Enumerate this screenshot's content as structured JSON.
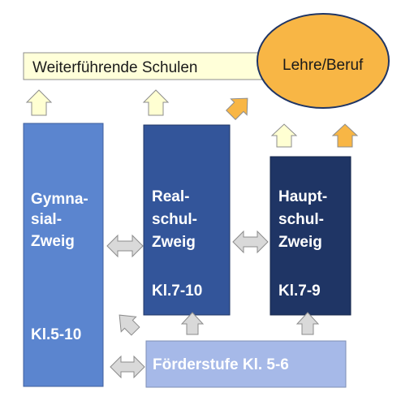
{
  "top_box": {
    "label": "Weiterführende Schulen"
  },
  "oval": {
    "label": "Lehre/Beruf"
  },
  "gym": {
    "lines": [
      "Gymna-",
      "sial-",
      "Zweig"
    ],
    "grades": "Kl.5-10"
  },
  "real": {
    "lines": [
      "Real-",
      "schul-",
      "Zweig"
    ],
    "grades": "Kl.7-10"
  },
  "haupt": {
    "lines": [
      "Haupt-",
      "schul-",
      "Zweig"
    ],
    "grades": "Kl.7-9"
  },
  "foerder": {
    "label": "Förderstufe Kl. 5-6"
  },
  "colors": {
    "top_box_fill": "#ffffd9",
    "oval_fill": "#f8b645",
    "gym_fill": "#5b85cf",
    "real_fill": "#33559a",
    "haupt_fill": "#1f3565",
    "foerder_fill": "#a6b9e8",
    "arrow_yellow": "#ffffd2",
    "arrow_orange": "#f8b645",
    "arrow_gray": "#d9d9d9"
  }
}
